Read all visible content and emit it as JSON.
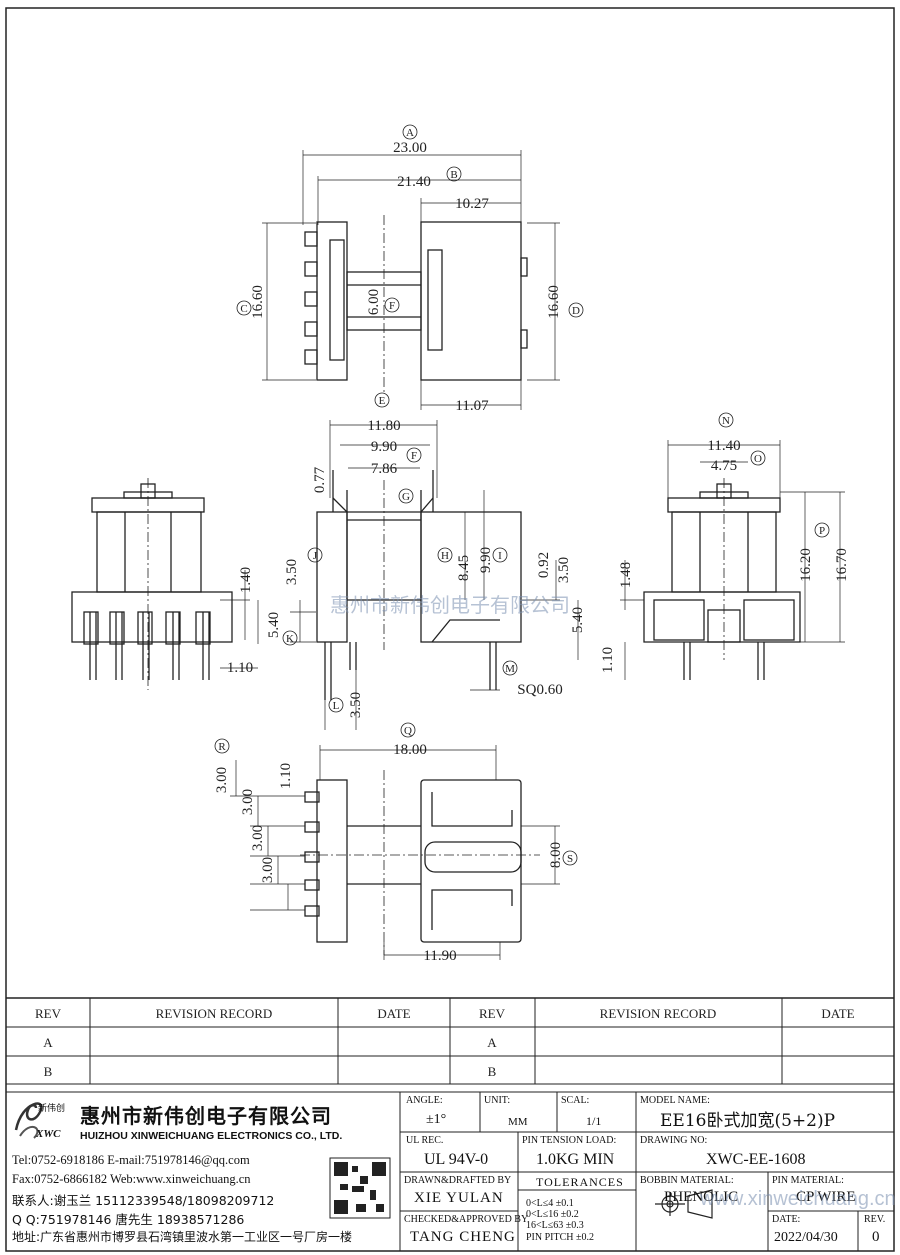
{
  "drawing": {
    "top_view": {
      "dims": [
        "23.00",
        "21.40",
        "10.27",
        "16.60",
        "6.00",
        "16.60",
        "11.07"
      ],
      "labels": [
        "A",
        "B",
        "C",
        "D",
        "F"
      ]
    },
    "front_view": {
      "dims": [
        "11.80",
        "9.90",
        "7.86",
        "0.77",
        "8.45",
        "9.90",
        "3.50",
        "1.40",
        "5.40",
        "1.10",
        "3.50",
        "0.92",
        "3.50",
        "5.40",
        "SQ0.60"
      ],
      "labels": [
        "E",
        "F",
        "G",
        "H",
        "I",
        "J",
        "K",
        "L",
        "M"
      ]
    },
    "side_view": {
      "dims": [
        "11.40",
        "4.75",
        "16.20",
        "16.70",
        "1.48",
        "1.10"
      ],
      "labels": [
        "N",
        "O",
        "P"
      ]
    },
    "bottom_view": {
      "dims": [
        "18.00",
        "3.00",
        "1.10",
        "3.00",
        "3.00",
        "3.00",
        "8.00",
        "11.90"
      ],
      "labels": [
        "Q",
        "R",
        "S"
      ]
    },
    "watermark": "惠州市新伟创电子有限公司"
  },
  "revision_table": {
    "headers": [
      "REV",
      "REVISION RECORD",
      "DATE",
      "REV",
      "REVISION RECORD",
      "DATE"
    ],
    "rows": [
      [
        "A",
        "",
        "",
        "A",
        "",
        ""
      ],
      [
        "B",
        "",
        "",
        "B",
        "",
        ""
      ]
    ]
  },
  "company": {
    "logo_text": "新伟创",
    "logo_sub": "XWC",
    "name_cn": "惠州市新伟创电子有限公司",
    "name_en": "HUIZHOU XINWEICHUANG ELECTRONICS CO., LTD.",
    "tel": "Tel:0752-6918186 E-mail:751978146@qq.com",
    "fax": "Fax:0752-6866182 Web:www.xinweichuang.cn",
    "contact": "联系人:谢玉兰 15112339548/18098209712",
    "qq": "Q Q:751978146    唐先生 18938571286",
    "address": "地址:广东省惠州市博罗县石湾镇里波水第一工业区一号厂房一楼"
  },
  "title_block": {
    "angle_label": "ANGLE:",
    "angle": "±1°",
    "unit_label": "UNIT:",
    "unit": "MM",
    "scale_label": "SCAL:",
    "scale": "1/1",
    "model_label": "MODEL NAME:",
    "model": "EE16卧式加宽(5+2)P",
    "ul_label": "UL REC.",
    "ul": "UL 94V-0",
    "pin_tension_label": "PIN TENSION LOAD:",
    "pin_tension": "1.0KG MIN",
    "drawing_no_label": "DRAWING NO:",
    "drawing_no": "XWC-EE-1608",
    "drawn_label": "DRAWN&DRAFTED BY",
    "drawn": "XIE YULAN",
    "tolerances_label": "TOLERANCES",
    "tolerances": [
      "0<L≤4    ±0.1",
      "0<L≤16   ±0.2",
      "16<L≤63  ±0.3",
      "PIN PITCH ±0.2"
    ],
    "bobbin_label": "BOBBIN MATERIAL:",
    "bobbin": "PHENOLIC",
    "pin_material_label": "PIN MATERIAL:",
    "pin_material": "CP WIRE",
    "checked_label": "CHECKED&APPROVED BY",
    "checked": "TANG CHENG",
    "date_label": "DATE:",
    "date": "2022/04/30",
    "rev_label": "REV.",
    "rev": "0",
    "web_watermark": "www.xinweichuang.cn"
  }
}
